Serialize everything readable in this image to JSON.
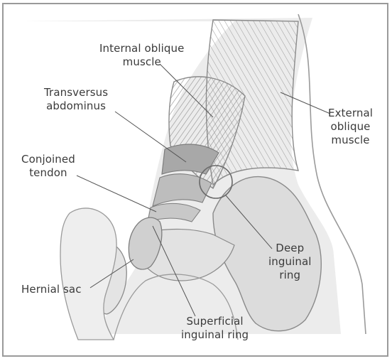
{
  "diagram": {
    "labels": {
      "internal_oblique": [
        "Internal oblique",
        "muscle"
      ],
      "transversus": [
        "Transversus",
        "abdominus"
      ],
      "external_oblique": [
        "External",
        "oblique",
        "muscle"
      ],
      "conjoined_tendon": [
        "Conjoined",
        "tendon"
      ],
      "deep_ring": [
        "Deep",
        "inguinal",
        "ring"
      ],
      "hernial_sac": [
        "Hernial sac"
      ],
      "superficial_ring": [
        "Superficial",
        "inguinal ring"
      ]
    },
    "colors": {
      "frame": "#9a9a9a",
      "muscle_fill": "#cfcfcf",
      "muscle_fiber": "#8e8e8e",
      "body_fill": "#e6e6e6",
      "bone_fill": "#dcdcdc",
      "outline": "#8a8a8a",
      "leader": "#555555",
      "text": "#3a3a3a"
    }
  }
}
